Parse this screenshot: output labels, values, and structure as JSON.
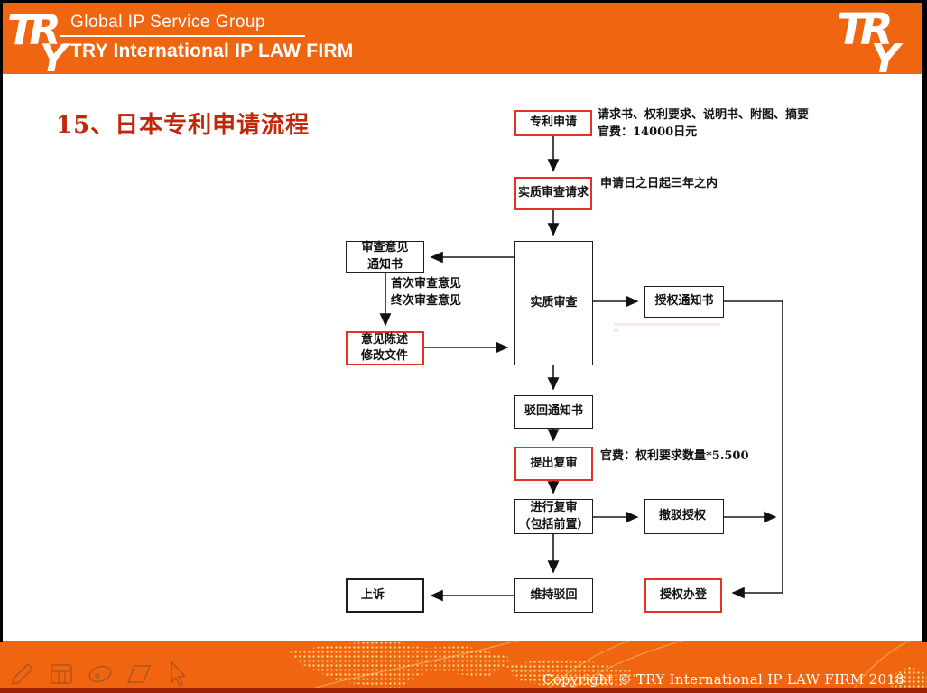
{
  "header": {
    "logo": "TRY",
    "group_line": "Global IP Service Group",
    "firm_line": "TRY International IP LAW FIRM"
  },
  "title": "15、日本专利申请流程",
  "flowchart": {
    "boxes": {
      "patent_application": "专利申请",
      "substantive_exam_request": "实质审查请求",
      "substantive_exam": "实质审查",
      "exam_opinion_notice": "审查意见\n通知书",
      "opinion_statement": "意见陈述\n修改文件",
      "grant_notice": "授权通知书",
      "rejection_notice": "驳回通知书",
      "request_reexam": "提出复审",
      "conduct_reexam": "进行复审\n（包括前置）",
      "withdraw_rejection_grant": "撤驳授权",
      "maintain_rejection": "维持驳回",
      "grant_registration": "授权办登",
      "appeal": "上诉"
    },
    "notes": {
      "application_docs": "请求书、权利要求、说明书、附图、摘要\n官费：14000日元",
      "three_years": "申请日之日起三年之内",
      "first_final_opinion": "首次审查意见\n终次审查意见",
      "reexam_fee": "官费：权利要求数量*5.500"
    }
  },
  "footer": {
    "copyright": "Copyright © TRY International IP LAW FIRM 2018",
    "tools": [
      "pen-tool",
      "slide-tool",
      "ellipse-tool",
      "eraser-tool",
      "cursor-tool"
    ]
  },
  "colors": {
    "brand_orange": "#f06510",
    "footer_strip": "#9e2203",
    "highlight_red_border": "#e33127",
    "title_red": "#c2270e"
  }
}
